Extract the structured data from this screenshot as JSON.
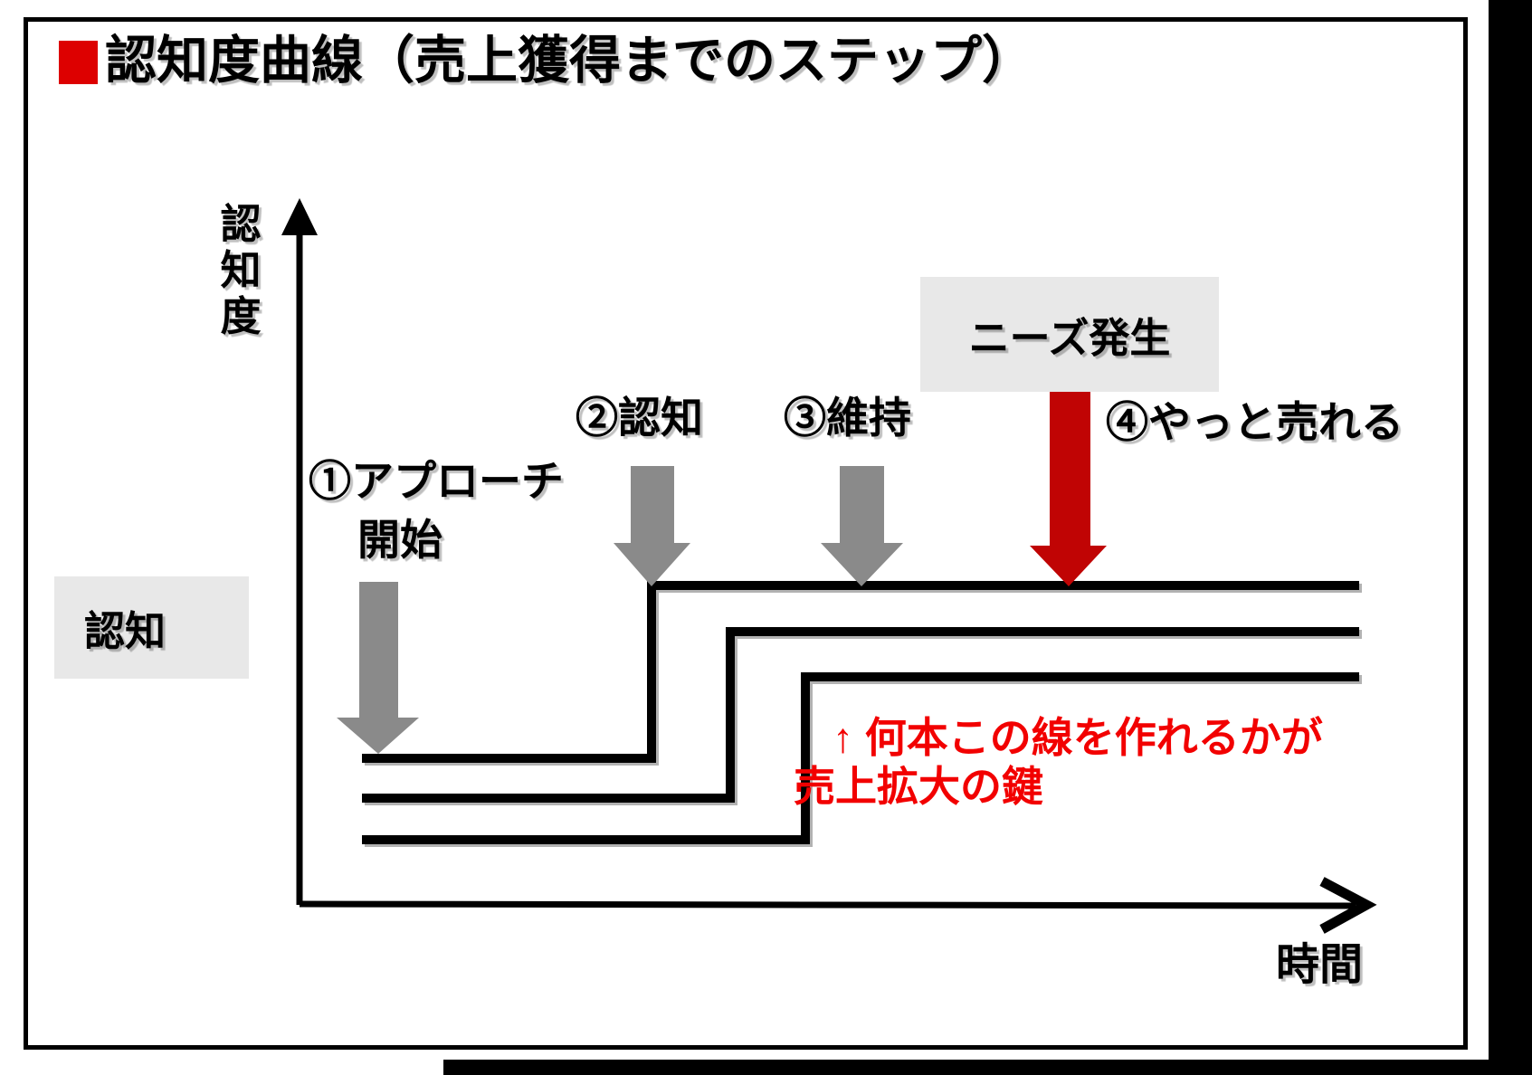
{
  "slide": {
    "title": "認知度曲線（売上獲得までのステップ）",
    "y_axis_label": "認知度",
    "x_axis_label": "時間",
    "awareness_label": "認知",
    "needs_label": "ニーズ発生",
    "steps": [
      {
        "label_line1": "①アプローチ",
        "label_line2": "開始"
      },
      {
        "label": "②認知"
      },
      {
        "label": "③維持"
      },
      {
        "label": "④やっと売れる"
      }
    ],
    "annotation": {
      "line1": "↑ 何本この線を作れるかが",
      "line2": "売上拡大の鍵"
    },
    "colors": {
      "bullet_red": "#dd0000",
      "arrow_gray": "#8a8a8a",
      "arrow_red": "#c00404",
      "annotation_red": "#f20000",
      "box_gray": "#e8e8e8",
      "line_black": "#000000"
    }
  }
}
